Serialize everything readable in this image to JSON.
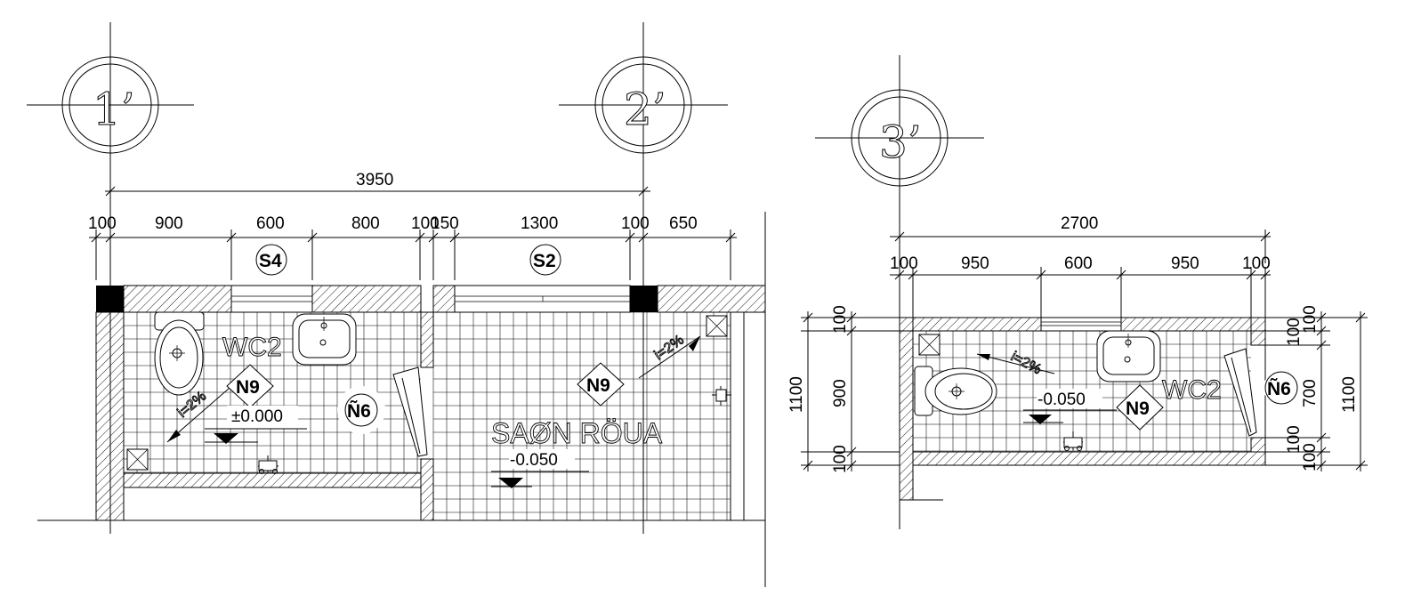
{
  "grid_axes": [
    "1’",
    "2’",
    "3’"
  ],
  "plan_left": {
    "overall_dim": "3950",
    "segment_dims": [
      "100",
      "900",
      "600",
      "800",
      "100",
      "150",
      "1300",
      "100",
      "650"
    ],
    "window_tags": [
      "S4",
      "S2"
    ],
    "room_wc": "WC2",
    "room_hall": "SAØN RÖUA",
    "floor_tag": "N9",
    "floor_tag_2": "N9",
    "door_tag": "Ñ6",
    "level_wc": "±0.000",
    "level_hall": "-0.050",
    "slope_1": "i=2%",
    "slope_2": "i=2%"
  },
  "plan_right": {
    "overall_dim": "2700",
    "segment_dims": [
      "100",
      "950",
      "600",
      "950",
      "100"
    ],
    "left_overall": "1100",
    "left_inner": "900",
    "left_top": "100",
    "left_bottom": "100",
    "right_overall": "1100",
    "right_stack": [
      "100",
      "100",
      "700",
      "100",
      "100"
    ],
    "room_wc": "WC2",
    "floor_tag": "N9",
    "door_tag": "Ñ6",
    "level": "-0.050",
    "slope": "i=2%"
  },
  "colors": {
    "ink": "#000000",
    "paper": "#ffffff"
  }
}
